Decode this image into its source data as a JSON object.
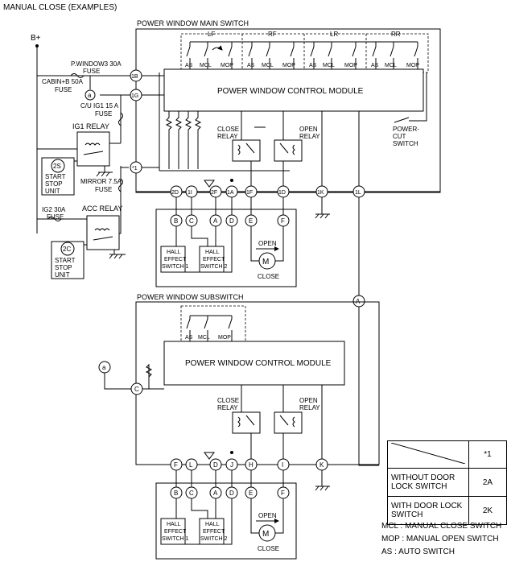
{
  "title": "MANUAL CLOSE (EXAMPLES)",
  "power": "B+",
  "fuses": {
    "pwindow": [
      "P.WINDOW3 30A",
      "FUSE"
    ],
    "cabin": [
      "CABIN+B 50A",
      "FUSE"
    ],
    "cuig": [
      "C/U IG1 15 A",
      "FUSE"
    ],
    "mirror": [
      "MIRROR 7.5A",
      "FUSE"
    ],
    "ig2": [
      "IG2 30A",
      "FUSE"
    ]
  },
  "relays": {
    "ig1": "IG1 RELAY",
    "acc": "ACC RELAY"
  },
  "start_stop": {
    "id1": "2S",
    "id2": "2C",
    "lines": [
      "START",
      "STOP",
      "UNIT"
    ]
  },
  "main_switch": {
    "title": "POWER WINDOW MAIN SWITCH",
    "groups": [
      "LF",
      "RF",
      "LR",
      "RR"
    ],
    "switch_labels": [
      "AS",
      "MCL",
      "MOP"
    ],
    "module": "POWER WINDOW CONTROL MODULE",
    "close_relay": [
      "CLOSE",
      "RELAY"
    ],
    "open_relay": [
      "OPEN",
      "RELAY"
    ],
    "powercut": [
      "POWER-",
      "CUT",
      "SWITCH"
    ],
    "terminals": [
      "1B",
      "1G",
      "*1",
      "2D",
      "1I",
      "2F",
      "1A",
      "1F",
      "1D",
      "1K",
      "1L"
    ]
  },
  "main_motor": {
    "terminals": [
      "B",
      "C",
      "A",
      "D",
      "E",
      "F"
    ],
    "hall1": [
      "HALL",
      "EFFECT",
      "SWITCH 1"
    ],
    "hall2": [
      "HALL",
      "EFFECT",
      "SWITCH 2"
    ],
    "open": "OPEN",
    "close": "CLOSE",
    "motor": "M"
  },
  "sub_switch": {
    "title": "POWER WINDOW SUBSWITCH",
    "switch_labels": [
      "AS",
      "MCL",
      "MOP"
    ],
    "module": "POWER WINDOW CONTROL MODULE",
    "close_relay": [
      "CLOSE",
      "RELAY"
    ],
    "open_relay": [
      "OPEN",
      "RELAY"
    ],
    "terminals": [
      "F",
      "L",
      "D",
      "J",
      "H",
      "I",
      "K",
      "C"
    ]
  },
  "connectors": {
    "a": "a",
    "A": "A"
  },
  "sub_motor": {
    "terminals": [
      "B",
      "C",
      "A",
      "D",
      "E",
      "F"
    ],
    "hall1": [
      "HALL",
      "EFFECT",
      "SWITCH 1"
    ],
    "hall2": [
      "HALL",
      "EFFECT",
      "SWITCH 2"
    ],
    "open": "OPEN",
    "close": "CLOSE",
    "motor": "M"
  },
  "legend": {
    "header": "*1",
    "rows": [
      {
        "label": "WITHOUT DOOR LOCK SWITCH",
        "value": "2A"
      },
      {
        "label": "WITH DOOR LOCK SWITCH",
        "value": "2K"
      }
    ]
  },
  "abbreviations": [
    "MCL : MANUAL CLOSE SWITCH",
    "MOP : MANUAL OPEN SWITCH",
    "AS : AUTO SWITCH"
  ]
}
